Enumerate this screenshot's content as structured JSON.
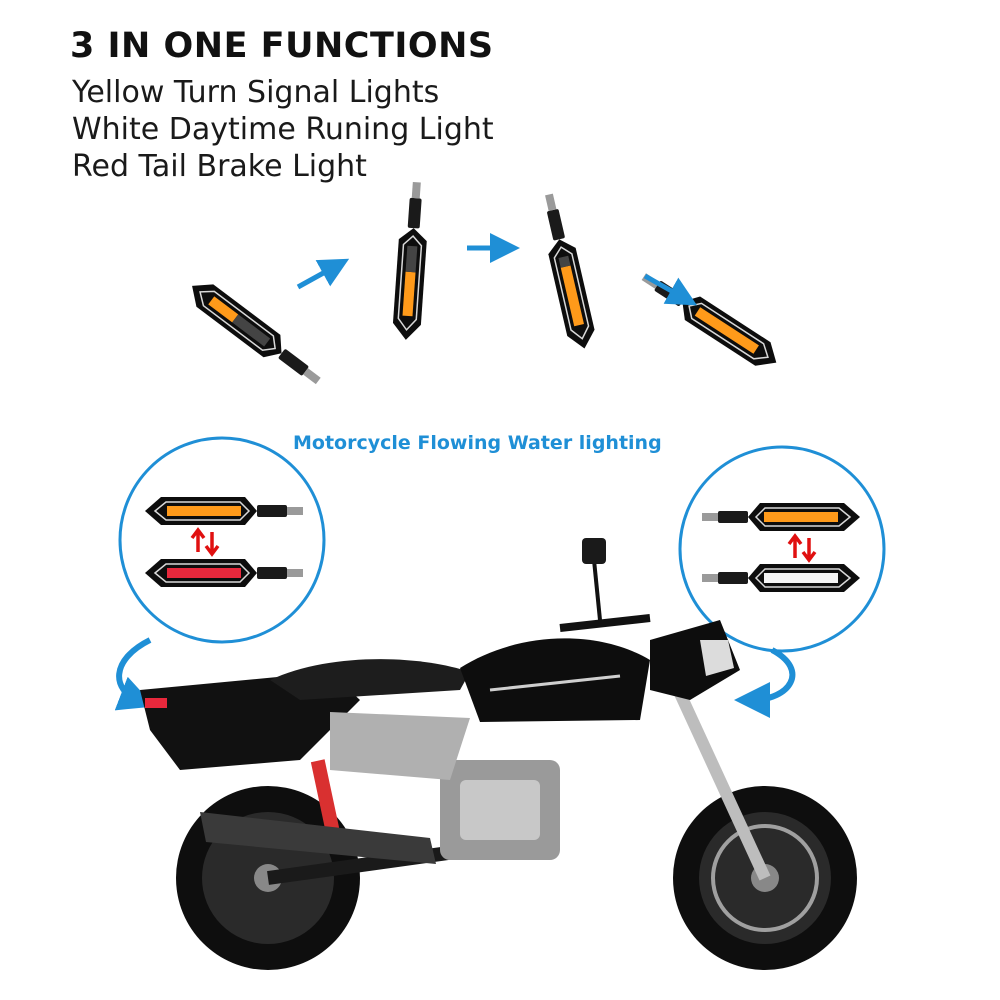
{
  "headline": "3 IN ONE FUNCTIONS",
  "features": [
    "Yellow Turn Signal Lights",
    "White Daytime Runing Light",
    "Red Tail Brake Light"
  ],
  "caption": "Motorcycle Flowing Water lighting",
  "colors": {
    "amber": "#ff9a1a",
    "red": "#e8283c",
    "white_led": "#f4f4f4",
    "arrow_blue": "#1f8fd6",
    "arrow_red": "#e01010",
    "body_black": "#111111"
  }
}
